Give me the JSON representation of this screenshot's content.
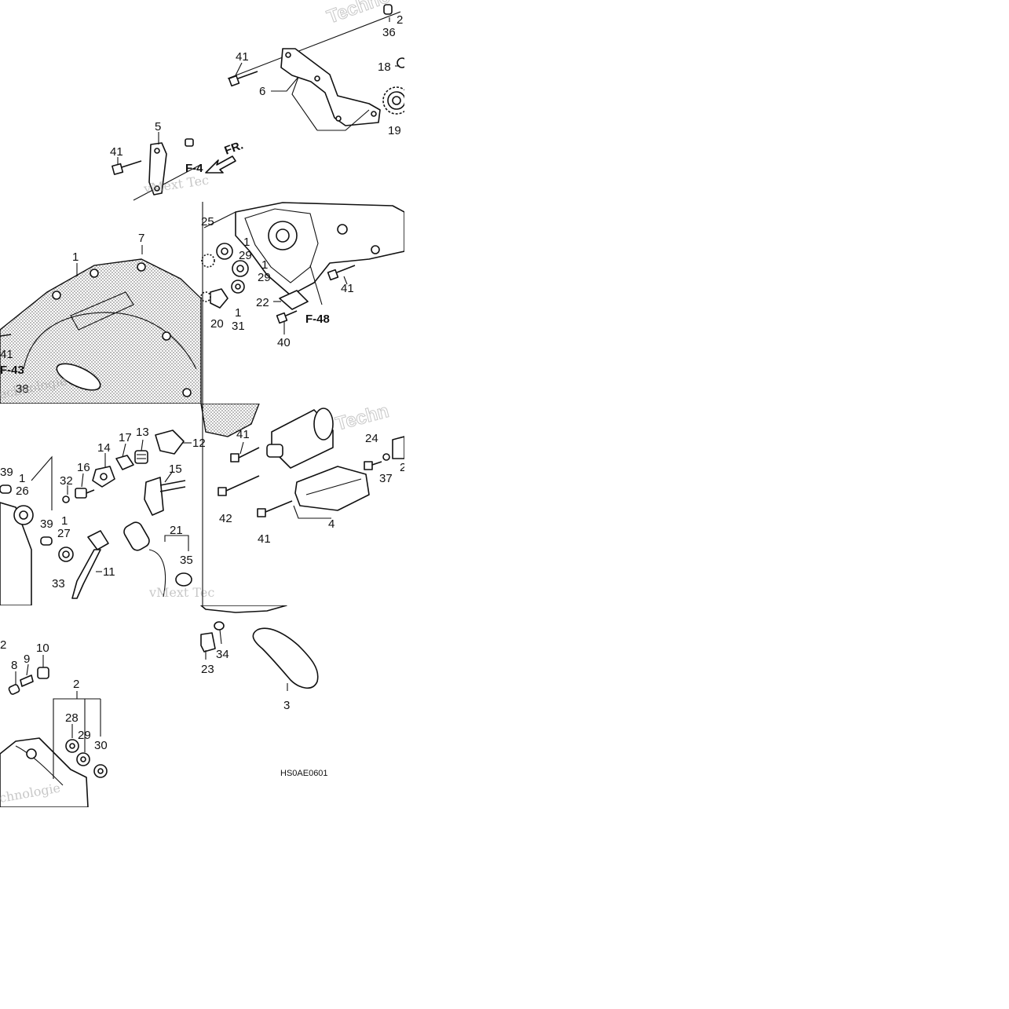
{
  "diagram_code": "HS0AE0601",
  "direction_marker": "FR.",
  "reference_labels": [
    "F-48",
    "F-43",
    "F-4"
  ],
  "watermarks": [
    "Techno",
    "vMext Tec",
    "echnologie",
    "Techn",
    "vMext Tec",
    "chnologie"
  ],
  "callouts": {
    "t1": [
      "36",
      "2",
      "41",
      "6",
      "18",
      "19",
      "5",
      "41"
    ],
    "t2": [
      "7",
      "1",
      "41",
      "38",
      "25",
      "1",
      "29",
      "1",
      "29",
      "22",
      "20",
      "1",
      "31",
      "41",
      "40"
    ],
    "t3": [
      "39",
      "1",
      "26",
      "32",
      "16",
      "14",
      "17",
      "13",
      "12",
      "15",
      "39",
      "1",
      "27",
      "11",
      "33",
      "21",
      "35",
      "41",
      "24",
      "2",
      "37",
      "42",
      "4",
      "41"
    ],
    "t4": [
      "2",
      "8",
      "9",
      "10",
      "2",
      "28",
      "29",
      "30",
      "34",
      "23",
      "3"
    ]
  }
}
